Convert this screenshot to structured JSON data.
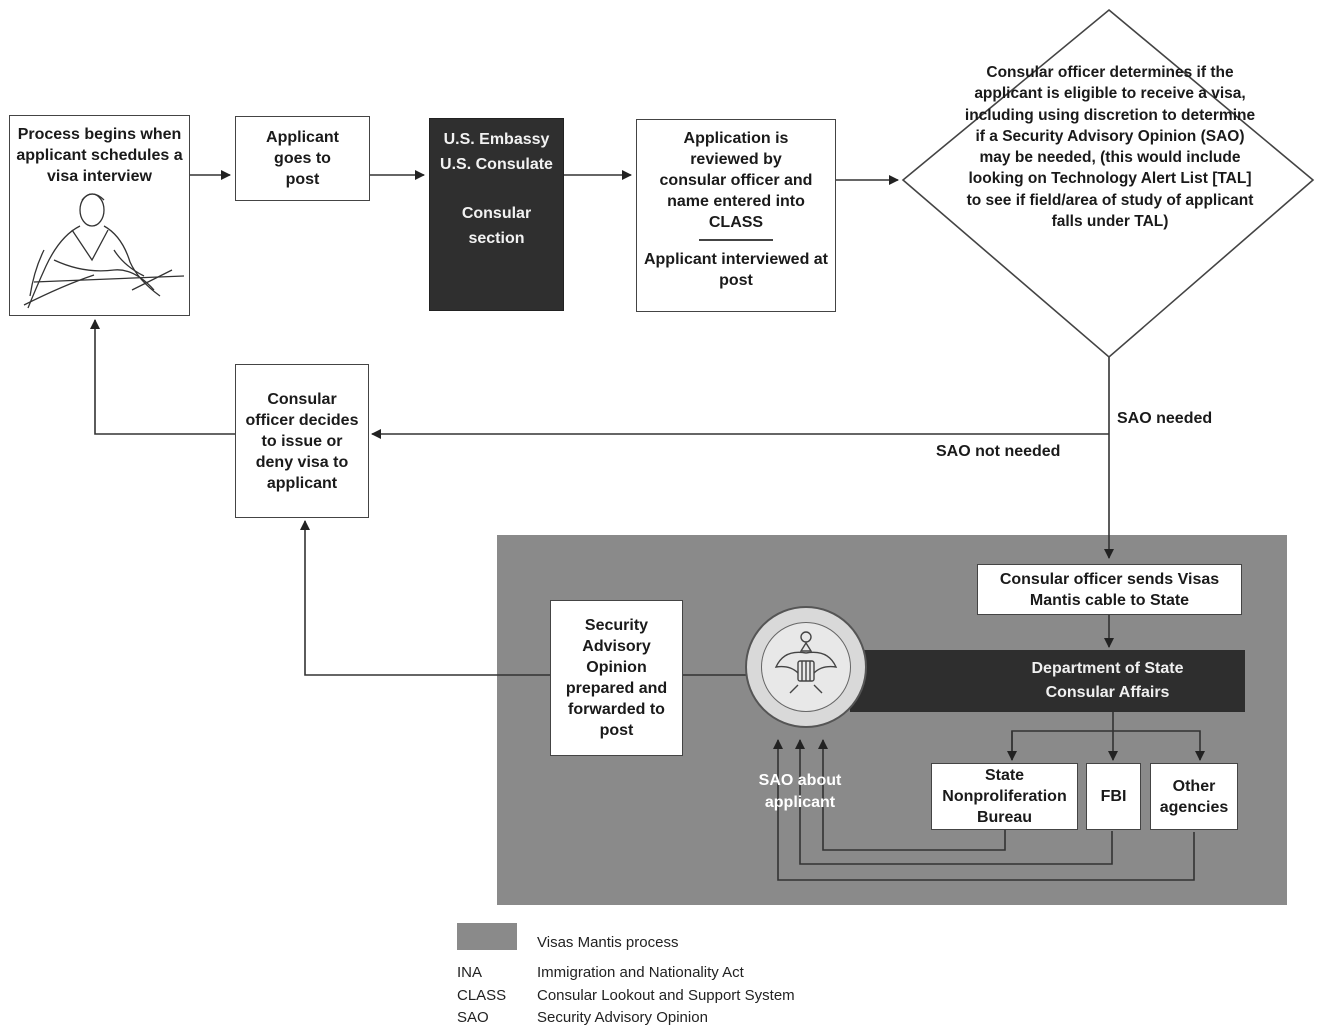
{
  "flow": {
    "start_box": "Process begins when applicant schedules a visa interview",
    "goes_to_post": "Applicant goes to post",
    "embassy_line1": "U.S. Embassy",
    "embassy_line2": "U.S. Consulate",
    "consular_section": "Consular section",
    "review_top": "Application is reviewed by consular officer and name entered into CLASS",
    "review_bottom": "Applicant interviewed at post",
    "decision": "Consular officer determines if the applicant is eligible to receive a visa, including using discretion to determine if a Security Advisory Opinion (SAO) may be needed, (this would include looking on Technology Alert List [TAL] to see if field/area of study of applicant falls under TAL)",
    "sao_needed": "SAO needed",
    "sao_not_needed": "SAO not needed",
    "issue_or_deny": "Consular officer decides to issue or deny visa to applicant",
    "sends_cable": "Consular officer sends Visas Mantis cable to State",
    "dos_line1": "Department of State",
    "dos_line2": "Consular Affairs",
    "sao_prepared": "Security Advisory Opinion prepared and forwarded to post",
    "sao_about": "SAO about applicant",
    "agency_isn": "State Nonproliferation Bureau",
    "agency_fbi": "FBI",
    "agency_other": "Other agencies"
  },
  "legend": {
    "swatch_label": "Visas Mantis process",
    "items": [
      {
        "abbr": "INA",
        "full": "Immigration and Nationality Act"
      },
      {
        "abbr": "CLASS",
        "full": "Consular Lookout and Support System"
      },
      {
        "abbr": "SAO",
        "full": "Security Advisory Opinion"
      }
    ]
  },
  "colors": {
    "panel_gray": "#8a8a8a",
    "dark_box": "#2f2f2f",
    "line": "#333333"
  },
  "icons": {
    "seal": "department-of-state-seal",
    "illustration": "person-writing-illustration"
  }
}
